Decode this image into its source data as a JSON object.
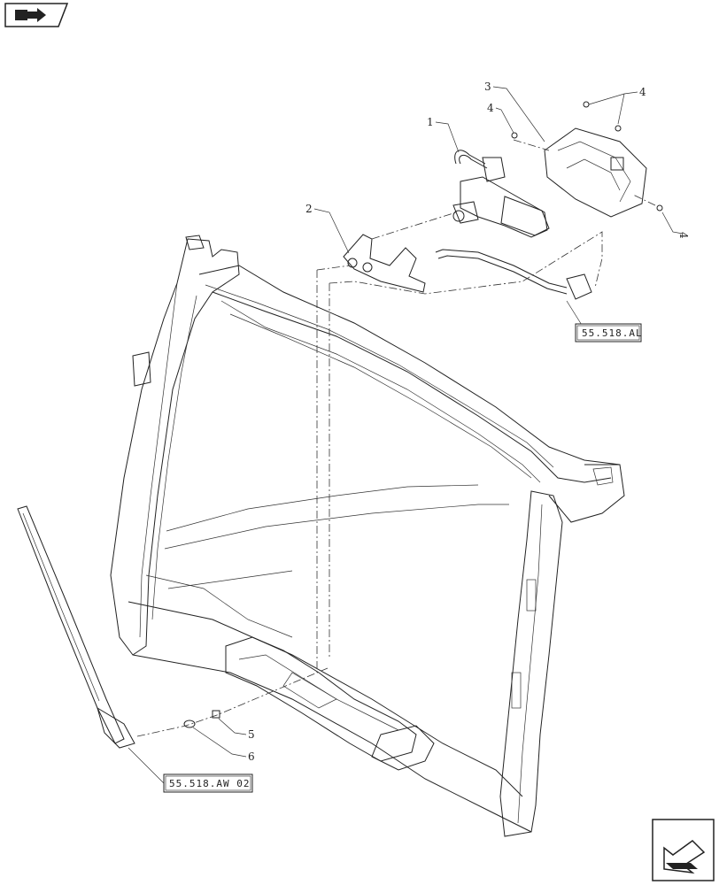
{
  "callouts": [
    {
      "id": "c1",
      "label": "1"
    },
    {
      "id": "c2",
      "label": "2"
    },
    {
      "id": "c3",
      "label": "3"
    },
    {
      "id": "c4a",
      "label": "4"
    },
    {
      "id": "c4b",
      "label": "4"
    },
    {
      "id": "c4c",
      "label": "4"
    },
    {
      "id": "c5",
      "label": "5"
    },
    {
      "id": "c6",
      "label": "6"
    }
  ],
  "references": {
    "ref_a": "55.518.AL",
    "ref_b": "55.518.AW 02"
  },
  "icons": {
    "top_left": "book-arrow-icon",
    "bottom_right": "next-page-arrow-icon"
  }
}
